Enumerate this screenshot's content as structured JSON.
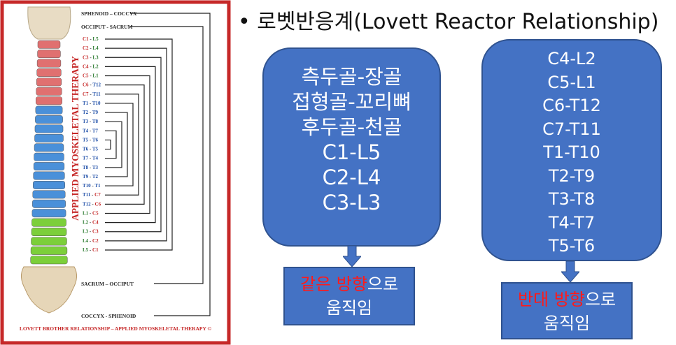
{
  "poster": {
    "side_title": "APPLIED MYOSKELETAL THERAPY",
    "footer": "LOVETT BROTHER RELATIONSHIP – APPLIED MYOSKELETAL THERAPY ©",
    "top_labels": [
      "SPHENOID – COCCYX",
      "OCCIPUT - SACRUM"
    ],
    "pairs": [
      "C1 - L5",
      "C2 - L4",
      "C3 - L3",
      "C4 - L2",
      "C5 - L1",
      "C6 - T12",
      "C7 - T11",
      "T1 - T10",
      "T2 - T9",
      "T3 - T8",
      "T4 - T7",
      "T5 - T6",
      "T6 - T5",
      "T7 - T4",
      "T8 - T3",
      "T9 - T2",
      "T10 - T1",
      "T11 - C7",
      "T12 - C6",
      "L1 - C5",
      "L2 - C4",
      "L3 - C3",
      "L4 - C2",
      "L5 - C1"
    ],
    "bottom_labels": [
      "SACRUM – OCCIPUT",
      "COCCYX - SPHENOID"
    ]
  },
  "title": "• 로벳반응계(Lovett Reactor Relationship)",
  "left_box": [
    "측두골-장골",
    "접형골-꼬리뼈",
    "후두골-천골",
    "C1-L5",
    "C2-L4",
    "C3-L3"
  ],
  "right_box": [
    "C4-L2",
    "C5-L1",
    "C6-T12",
    "C7-T11",
    "T1-T10",
    "T2-T9",
    "T3-T8",
    "T4-T7",
    "T5-T6"
  ],
  "left_result": {
    "red": "같은 방향",
    "white": "으로",
    "line2": "움직임"
  },
  "right_result": {
    "red": "반대 방향",
    "white": "으로",
    "line2": "움직임"
  },
  "colors": {
    "box": "#4472c4",
    "red": "#ff1a1a",
    "cervical": "#e07070",
    "thoracic": "#4a90d9",
    "lumbar": "#7ccf3a"
  }
}
